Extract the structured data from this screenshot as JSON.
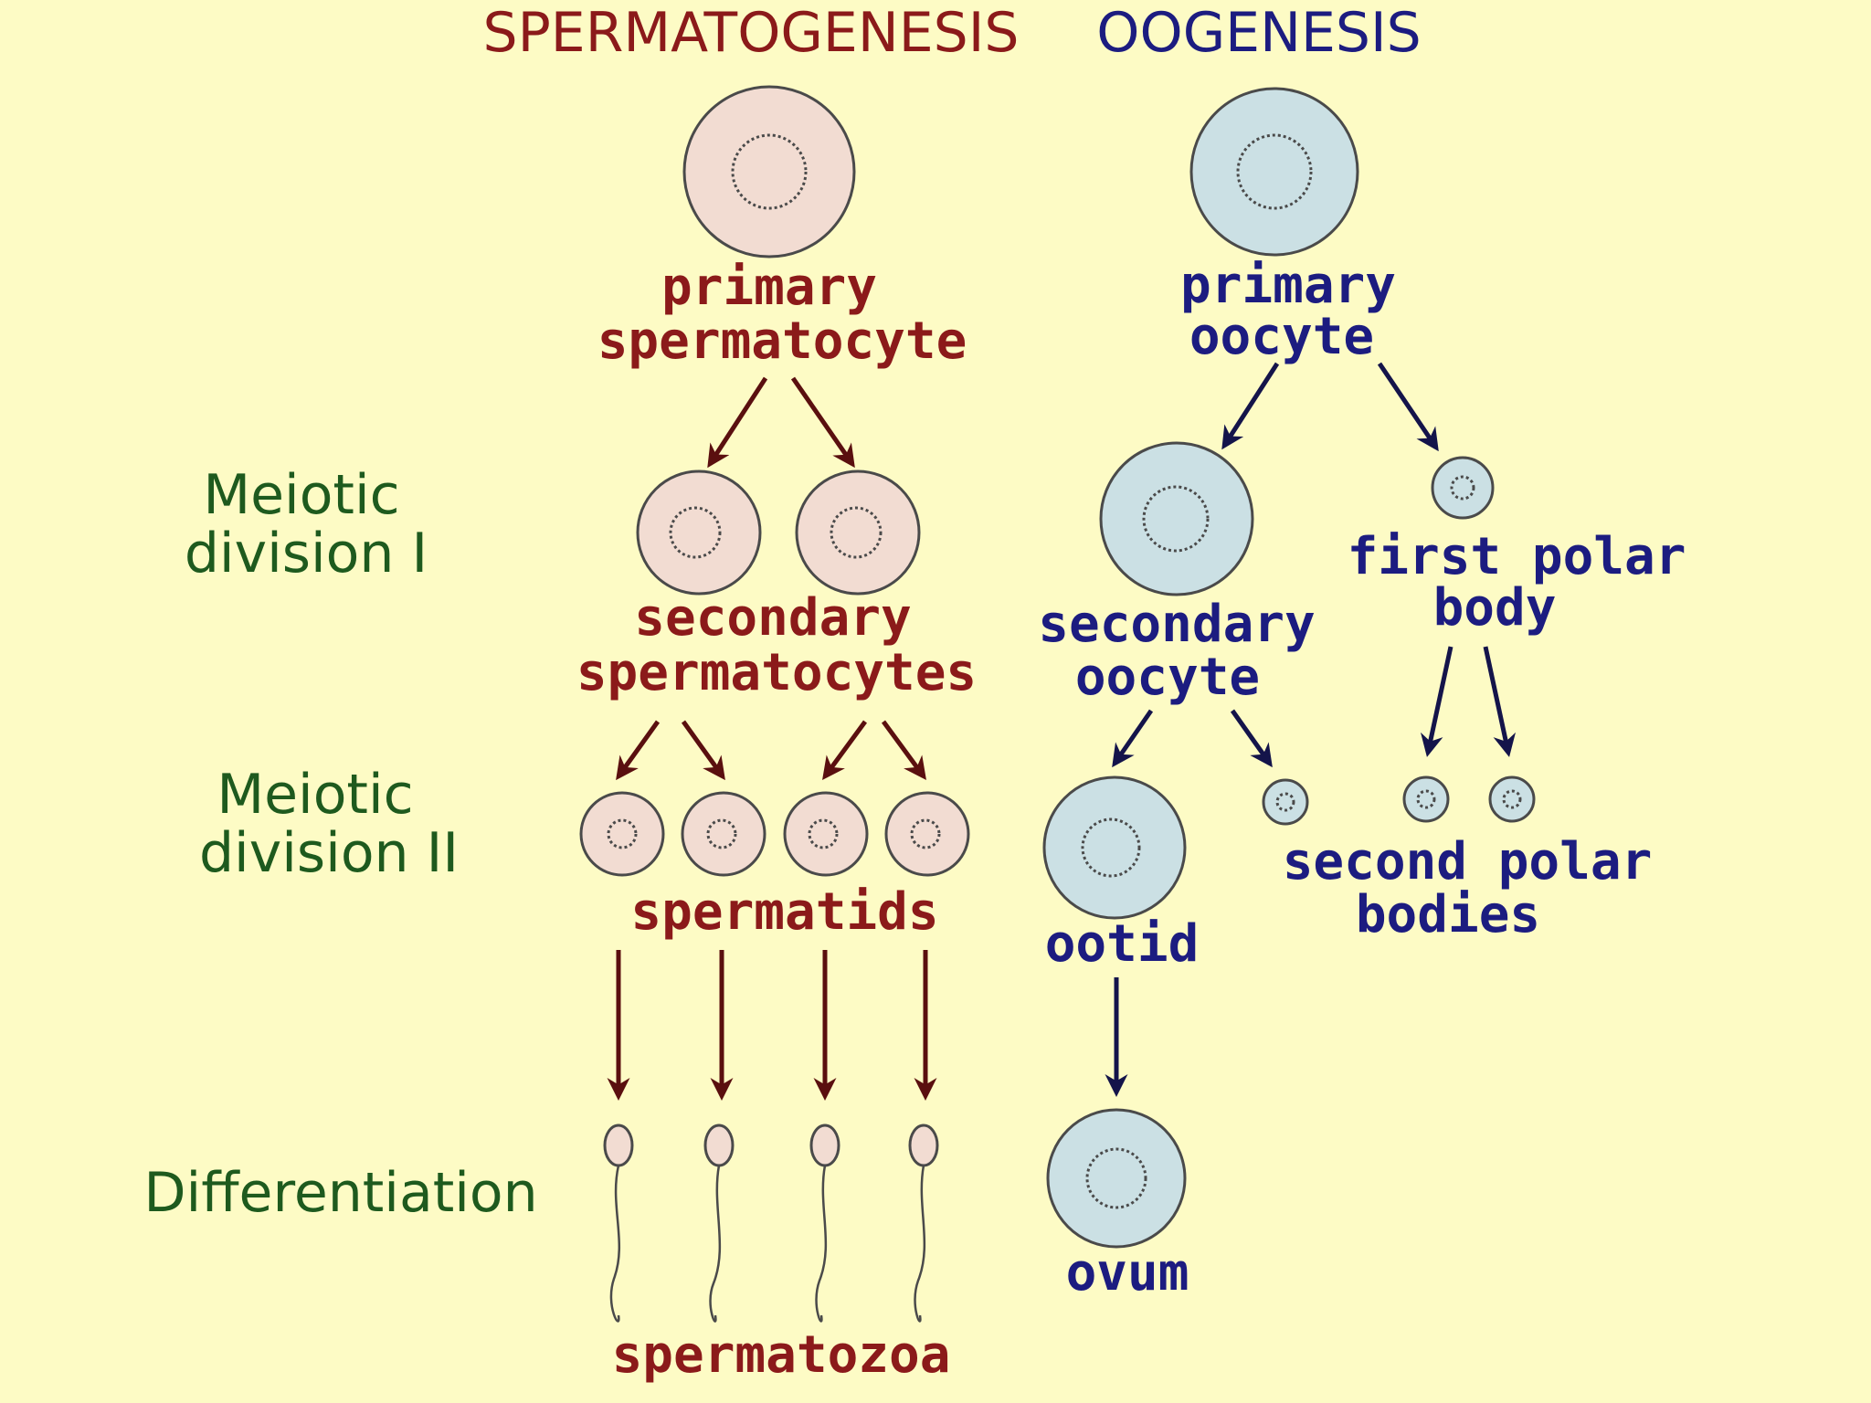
{
  "colors": {
    "background": "#fdfbc5",
    "sperm_text": "#8b1a1a",
    "oo_text": "#1c1c80",
    "stage_text": "#1e5a1e",
    "sperm_cell_fill": "#f2dcd2",
    "oo_cell_fill": "#cbe0e4",
    "sperm_arrow": "#5a0f0f",
    "oo_arrow": "#14144a",
    "outline": "#4a4a4a"
  },
  "titles": {
    "spermatogenesis": "SPERMATOGENESIS",
    "oogenesis": "OOGENESIS"
  },
  "stages": {
    "meiosis1_line1": "Meiotic",
    "meiosis1_line2": "division I",
    "meiosis2_line1": "Meiotic",
    "meiosis2_line2": "division II",
    "differentiation": "Differentiation"
  },
  "sperm_labels": {
    "primary_line1": "primary",
    "primary_line2": "spermatocyte",
    "secondary_line1": "secondary",
    "secondary_line2": "spermatocytes",
    "spermatids": "spermatids",
    "spermatozoa": "spermatozoa"
  },
  "oo_labels": {
    "primary_line1": "primary",
    "primary_line2": "oocyte",
    "secondary_line1": "secondary",
    "secondary_line2": "oocyte",
    "first_polar_line1": "first polar",
    "first_polar_line2": "body",
    "second_polar_line1": "second polar",
    "second_polar_line2": "bodies",
    "ootid": "ootid",
    "ovum": "ovum"
  }
}
